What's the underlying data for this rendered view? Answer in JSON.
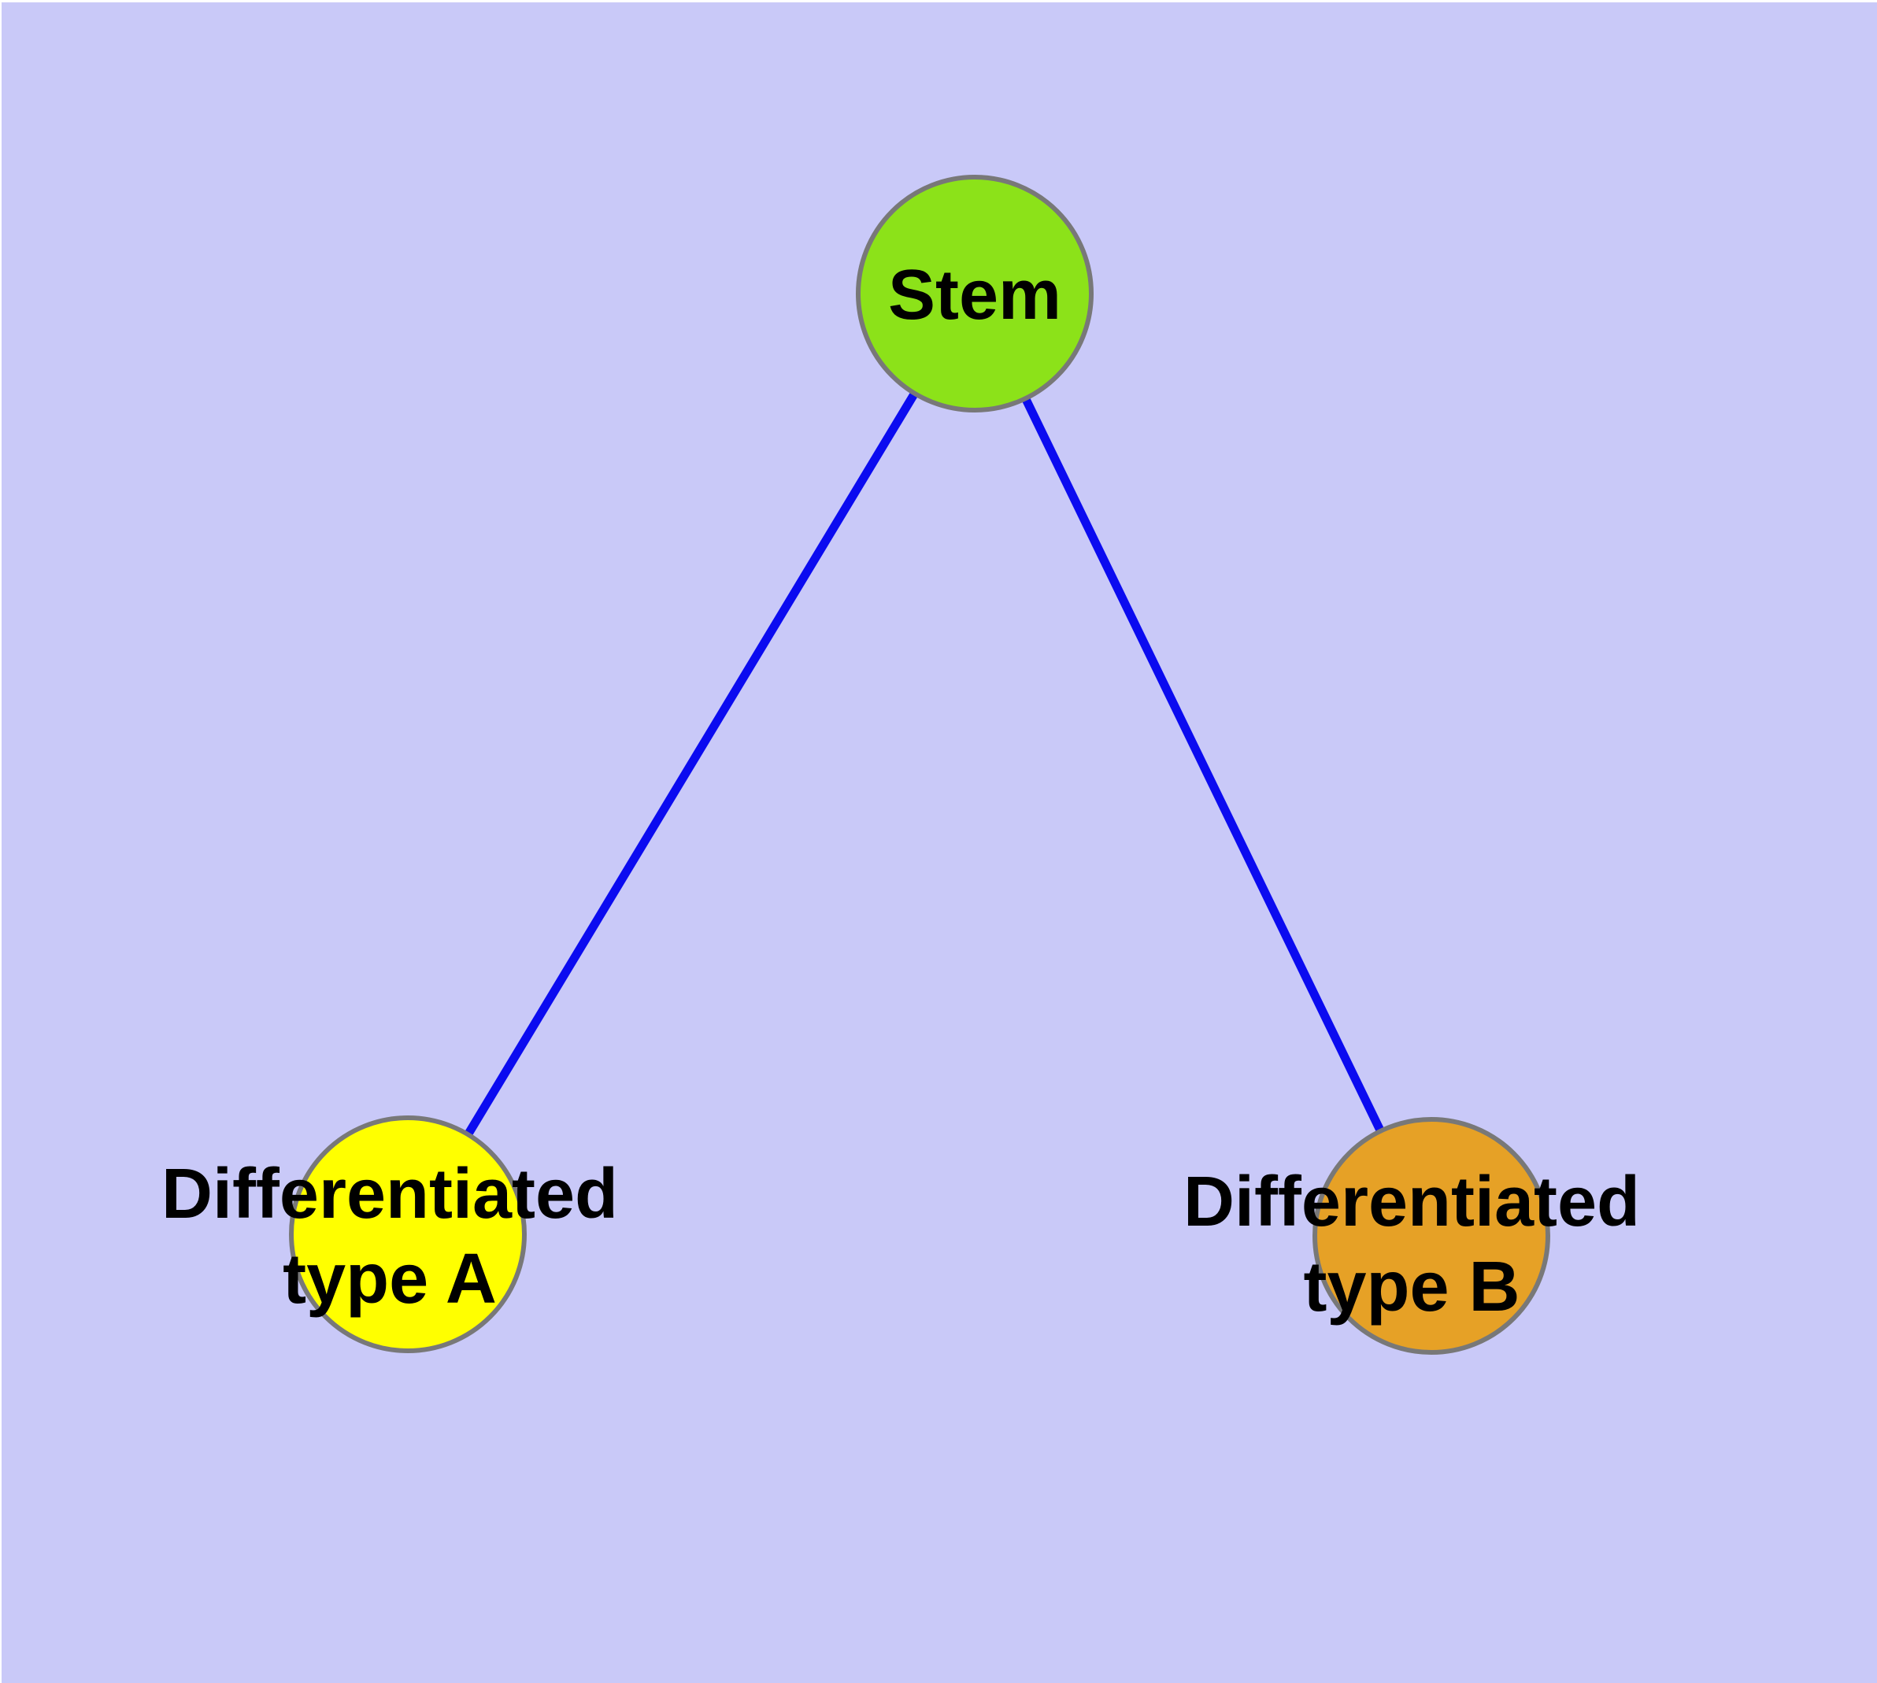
{
  "diagram": {
    "background_color": "#C9C9F8",
    "frame_color": "#FFFFFF",
    "node_border_color": "#787878",
    "edge_color": "#0B0BF0",
    "nodes": [
      {
        "id": "stem",
        "label": "Stem",
        "fill": "#8CE219"
      },
      {
        "id": "differentiated-type-a",
        "label": "Differentiated type A",
        "label_line1": "Differentiated",
        "label_line2": "type A",
        "fill": "#FFFF00"
      },
      {
        "id": "differentiated-type-b",
        "label": "Differentiated type B",
        "label_line1": "Differentiated",
        "label_line2": "type B",
        "fill": "#E6A126"
      }
    ],
    "edges": [
      {
        "from": "stem",
        "to": "differentiated-type-a"
      },
      {
        "from": "stem",
        "to": "differentiated-type-b"
      }
    ]
  }
}
